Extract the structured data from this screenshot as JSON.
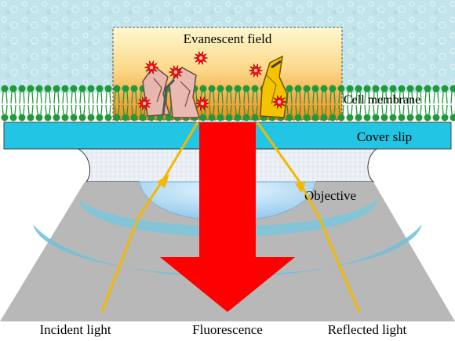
{
  "labels": {
    "evanescent_field": "Evanescent field",
    "cell_membrane": "Cell membrane",
    "cover_slip": "Cover slip",
    "objective": "Objective",
    "incident_light": "Incident light",
    "fluorescence": "Fluorescence",
    "reflected_light": "Reflected light"
  },
  "colors": {
    "medium": "#bfe3ea",
    "cover_slip": "#22c5e4",
    "membrane": "#1f9a3a",
    "field_top": "#fff5c6",
    "field_bottom": "#f28a1c",
    "arrow": "#ff0000",
    "light_ray": "#f5b800",
    "objective_lens": "#9fd2e8",
    "objective_body": "#b9b9b9"
  }
}
